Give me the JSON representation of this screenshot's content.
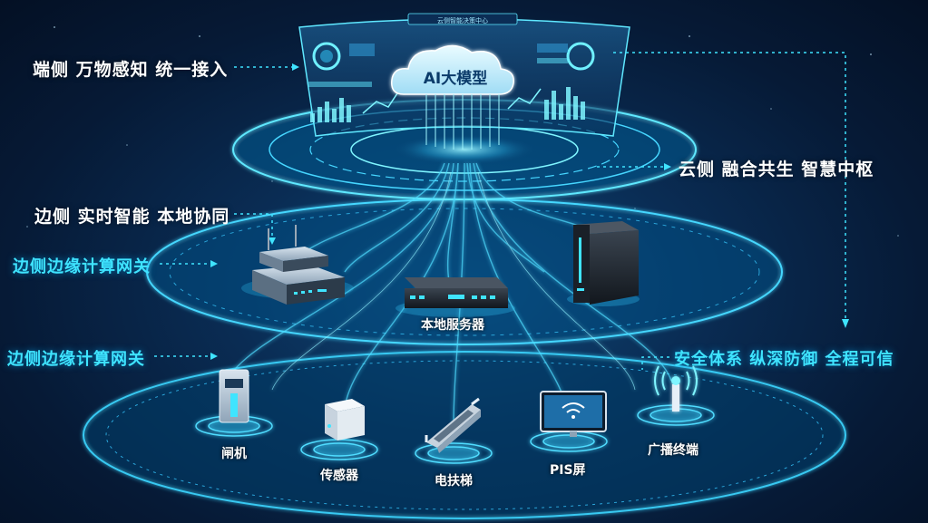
{
  "labels": {
    "end_side": "端侧 万物感知 统一接入",
    "cloud_side": "云侧 融合共生 智慧中枢",
    "edge_side": "边侧 实时智能 本地协同",
    "edge_gateway_mid": "边侧边缘计算网关",
    "edge_gateway_low": "边侧边缘计算网关",
    "security": "安全体系 纵深防御 全程可信"
  },
  "center": {
    "cloud_label": "AI大模型",
    "panel_title": "云侧智能决策中心",
    "server_label": "本地服务器"
  },
  "devices": [
    {
      "name": "gate",
      "label": "闸机"
    },
    {
      "name": "sensor",
      "label": "传感器"
    },
    {
      "name": "escalator",
      "label": "电扶梯"
    },
    {
      "name": "pis",
      "label": "PIS屏"
    },
    {
      "name": "broadcast",
      "label": "广播终端"
    }
  ],
  "colors": {
    "accent": "#3fe4ff",
    "glow": "#7ff5ff",
    "background": "#061a36"
  }
}
